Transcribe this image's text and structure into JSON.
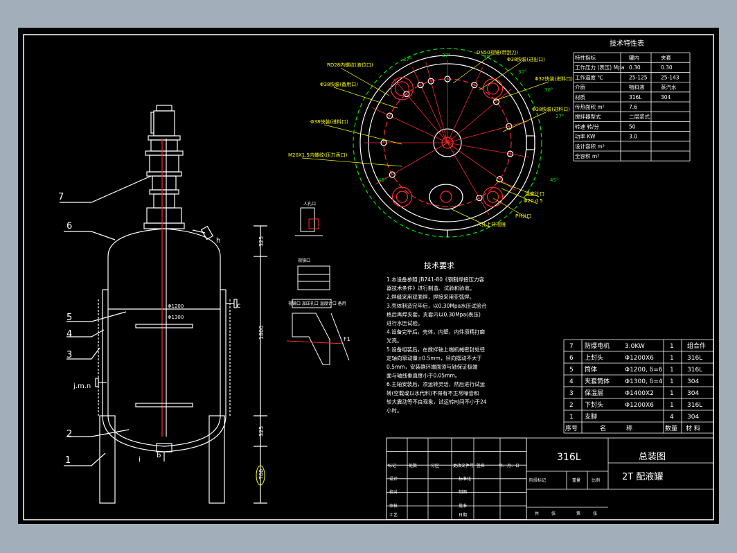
{
  "colors": {
    "background": "#a3aebb",
    "sheet": "#000000",
    "lines": "#ffffff",
    "annotation": "#ffff00",
    "flange": "#ff2a2a",
    "dimension": "#00e000",
    "leader": "#ffff00"
  },
  "plan_view": {
    "nozzle_labels": [
      "DN50视镜(带刮刀)",
      "Φ38快装(进出口)",
      "RD28内螺纹(液位口)",
      "Φ32快装(进料口)",
      "Φ38快装(备用口)",
      "Φ38快装(进料口)",
      "Φ38快装(进料口)",
      "M20X1.5内螺纹(压力表口)",
      "温度计口",
      "Φ20 d 5",
      "人孔上开视镜",
      "PH计口"
    ],
    "angle_labels": [
      "27°",
      "27°",
      "30°",
      "30°",
      "30°",
      "27°",
      "45°",
      "45°"
    ]
  },
  "elevation": {
    "part_callouts": [
      "7",
      "6",
      "5",
      "4",
      "3",
      "2",
      "1"
    ],
    "nozzle_letters": [
      "h",
      "c",
      "j.m.n",
      "i",
      "b"
    ],
    "dims": [
      "Φ1200",
      "Φ1300",
      "325",
      "1800",
      "325",
      "700"
    ]
  },
  "details": {
    "label1": "人孔口",
    "label2": "视镜口",
    "label3": "视镜口 加压孔口 温度计口 备用",
    "label4": "F1"
  },
  "tech_table": {
    "title": "技术特性表",
    "rows": [
      [
        "特性指标",
        "罐内",
        "夹套"
      ],
      [
        "工作压力 (表压) Mpa",
        "0.30",
        "0.30"
      ],
      [
        "工作温度 ℃",
        "25-125",
        "25-143"
      ],
      [
        "介质",
        "物料液",
        "蒸汽水"
      ],
      [
        "材质",
        "316L",
        "304"
      ],
      [
        "传热面积 m²",
        "7.6",
        ""
      ],
      [
        "搅拌器型式",
        "二层浆式",
        ""
      ],
      [
        "转速 转/分",
        "50",
        ""
      ],
      [
        "功率 KW",
        "3.0",
        ""
      ],
      [
        "设计容积 m³",
        "",
        ""
      ],
      [
        "全容积 m³",
        "",
        ""
      ]
    ]
  },
  "requirements": {
    "title": "技术要求",
    "items": [
      "1.本设备参照 JB741-80《钢制焊接压力容",
      "器技术条件》进行制造、试验和验收。",
      "2.焊缝采用双面焊，焊接采用亚弧焊。",
      "3.壳体制造完毕后，以0.30Mpa水压试验合",
      "格后再焊夹套，夹套内以0.30Mpa(表压)",
      "进行水压试验。",
      "4.设备完毕后，壳体，内壁，内件须精打磨",
      "光亮。",
      "5.设备组装后，在搅拌轴上端机械密封处径",
      "定轴向窜动量±0.5mm，径向摆动不大于",
      "0.5mm，安装静环端面须与轴保证极端",
      "面与轴线垂直度小于0.05mm。",
      "6.主轴安装后，须运转灵活，然后进行试运",
      "转(空载或以水代料)不得有不正常噪音和",
      "较大震动等不良现象，试运转时间不小于24",
      "小时。"
    ]
  },
  "parts_list": {
    "rows": [
      [
        "7",
        "防爆电机",
        "3.0KW",
        "1",
        "组合件"
      ],
      [
        "6",
        "上封头",
        "Φ1200X6",
        "1",
        "316L"
      ],
      [
        "5",
        "筒体",
        "Φ1200, δ=6",
        "1",
        "316L"
      ],
      [
        "4",
        "夹套筒体",
        "Φ1300, δ=4",
        "1",
        "304"
      ],
      [
        "3",
        "保温层",
        "Φ1400X2",
        "1",
        "304"
      ],
      [
        "2",
        "下封头",
        "Φ1200X6",
        "1",
        "316L"
      ],
      [
        "1",
        "支脚",
        "",
        "4",
        "304"
      ]
    ],
    "header": [
      "序号",
      "名",
      "称",
      "数量",
      "材 料"
    ]
  },
  "title_block": {
    "material": "316L",
    "drawing_type": "总装图",
    "name": "2T  配液罐",
    "cells": [
      "标记",
      "处数",
      "分区",
      "更改文件号",
      "签名",
      "年、月、日",
      "设计",
      "标准化",
      "审核",
      "工艺",
      "校对",
      "制图",
      "批准",
      "日期",
      "阶段标记",
      "重量",
      "比例",
      "共",
      "张",
      "第",
      "张"
    ]
  }
}
